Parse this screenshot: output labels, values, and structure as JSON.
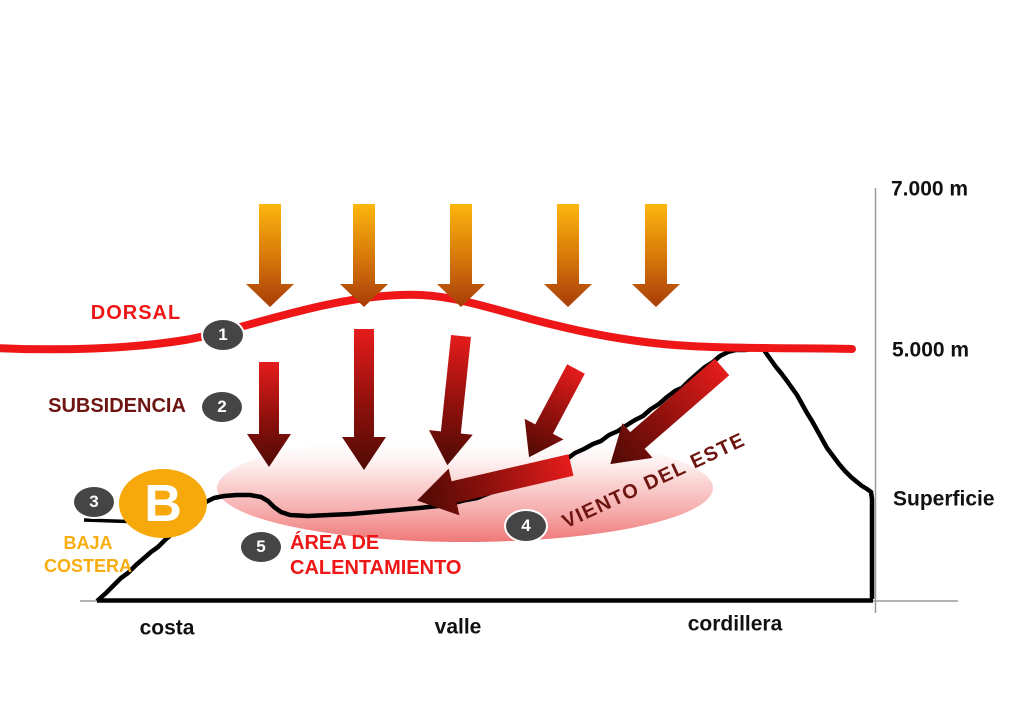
{
  "diagram": {
    "description_labels": {
      "dorsal": "DORSAL",
      "subsidencia": "SUBSIDENCIA",
      "baja_costera_line1": "BAJA",
      "baja_costera_line2": "COSTERA",
      "low_pressure_symbol": "B",
      "area_calentamiento_line1": "ÁREA DE",
      "area_calentamiento_line2": "CALENTAMIENTO",
      "viento_del_este": "VIENTO DEL ESTE"
    },
    "markers": [
      "1",
      "2",
      "3",
      "4",
      "5"
    ],
    "terrain_labels": {
      "costa": "costa",
      "valle": "valle",
      "cordillera": "cordillera"
    },
    "altitude_scale": {
      "upper": "7.000 m",
      "mid": "5.000 m",
      "surface": "Superficie"
    },
    "arrows": {
      "insolation": {
        "count": 5,
        "direction": "down",
        "color_top": "#fdb60d",
        "color_tip": "#a83c08"
      },
      "subsidence": {
        "count": 5,
        "direction": "down-left",
        "color_top": "#e51c1c",
        "color_tip": "#4f0a04"
      },
      "east_wind_surface": {
        "count": 1,
        "direction": "left",
        "color_tail": "#e51c1c",
        "color_tip": "#4f0a04"
      }
    },
    "colors": {
      "ridge_line_red": "#ee1616",
      "text_bright_red": "#ee1616",
      "text_dark_maroon": "#6e1511",
      "amber_badge": "#f7a80b",
      "amber_text": "#f9ac10",
      "marker_gray": "#454545",
      "heating_pink": "#ee7070",
      "terrain_black": "#000000",
      "axis_gray": "#9a9a9a"
    }
  }
}
